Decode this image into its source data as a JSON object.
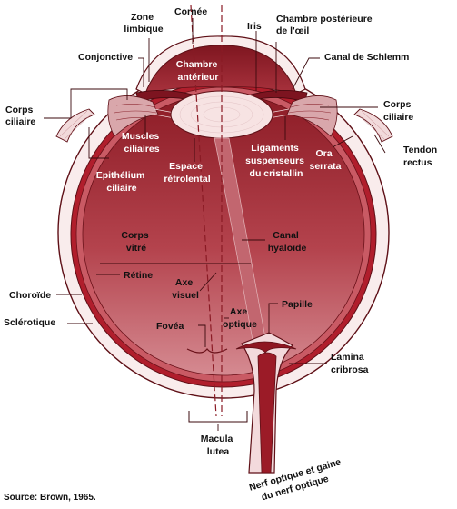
{
  "colors": {
    "sclera": "#f9ecec",
    "choroid": "#b01e2c",
    "retina": "#c95a64",
    "vitreous_top": "#8c1b25",
    "vitreous_bottom": "#cf7a82",
    "lens": "#f7e3e3",
    "cornea_chamber": "#9d1e2a",
    "outline": "#5e0f16"
  },
  "labels": {
    "cornee": "Cornée",
    "zone_limbique": [
      "Zone",
      "limbique"
    ],
    "iris": "Iris",
    "chambre_posterieure": [
      "Chambre postérieure",
      "de l'œil"
    ],
    "conjonctive": "Conjonctive",
    "canal_schlemm": "Canal de Schlemm",
    "chambre_anterieure": [
      "Chambre",
      "antérieur"
    ],
    "corps_ciliaire_left": [
      "Corps",
      "ciliaire"
    ],
    "corps_ciliaire_right": [
      "Corps",
      "ciliaire"
    ],
    "muscles_ciliaires": [
      "Muscles",
      "ciliaires"
    ],
    "ligaments": [
      "Ligaments",
      "suspenseurs",
      "du cristallin"
    ],
    "ora_serrata": [
      "Ora",
      "serrata"
    ],
    "tendon_rectus": [
      "Tendon",
      "rectus"
    ],
    "epithelium": [
      "Epithélium",
      "ciliaire"
    ],
    "espace_retrolental": [
      "Espace",
      "rétrolental"
    ],
    "corps_vitre": [
      "Corps",
      "vitré"
    ],
    "canal_hyaloide": [
      "Canal",
      "hyaloïde"
    ],
    "retine": "Rétine",
    "axe_visuel": [
      "Axe",
      "visuel"
    ],
    "choroide": "Choroïde",
    "papille": "Papille",
    "axe_optique": [
      "Axe",
      "optique"
    ],
    "sclerotique": "Sclérotique",
    "fovea": "Fovéa",
    "lamina_cribrosa": [
      "Lamina",
      "cribrosa"
    ],
    "macula_lutea": [
      "Macula",
      "lutea"
    ],
    "nerf_optique": [
      "Nerf optique et gaine",
      "du nerf optique"
    ]
  },
  "source": "Source: Brown, 1965."
}
